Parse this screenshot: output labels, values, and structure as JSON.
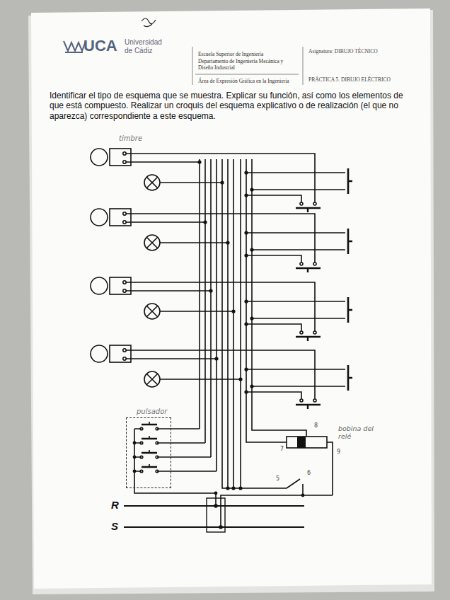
{
  "diagram": {
    "nodes": [
      {
        "text": [
          "pulsador"
        ]
      }
    ],
    "labels": [
      "UCA",
      "Universidad de Cádiz",
      "Escuela Superior de Ingeniería",
      "Departamento de Ingeniería Mecánica y Diseño Industrial",
      "Área de Expresión Gráfica en la Ingeniería",
      "Asignatura: DIBUJO TÉCNICO",
      "PRÁCTICA 5. DIBUJO ELÉCTRICO",
      "Identificar el tipo de esquema que se muestra. Explicar su función, así como los elementos de que está compuesto. Realizar un croquis del esquema explicativo o de realización (el que no aparezca) correspondiente a este esquema.",
      "timbre",
      "bobina del relé",
      "7",
      "8",
      "9",
      "5",
      "6",
      "R",
      "S"
    ]
  }
}
